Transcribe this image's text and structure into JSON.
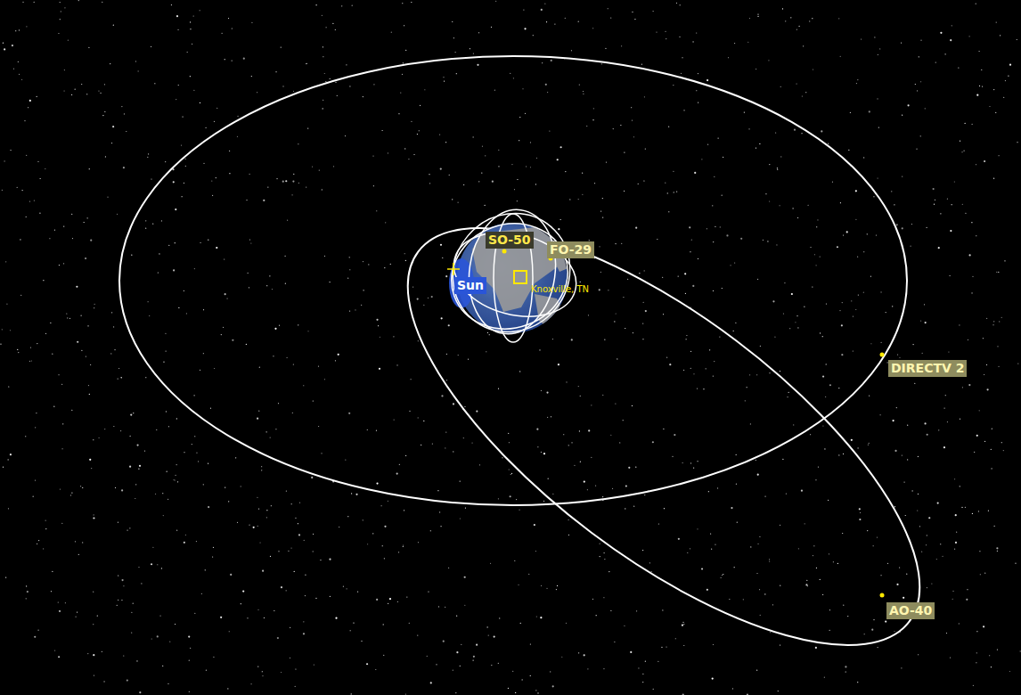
{
  "diagram": {
    "labels": [
      "SO-50",
      "FO-29",
      "Sun",
      "Knoxville, TN",
      "DIRECTV 2",
      "AO-40"
    ]
  }
}
